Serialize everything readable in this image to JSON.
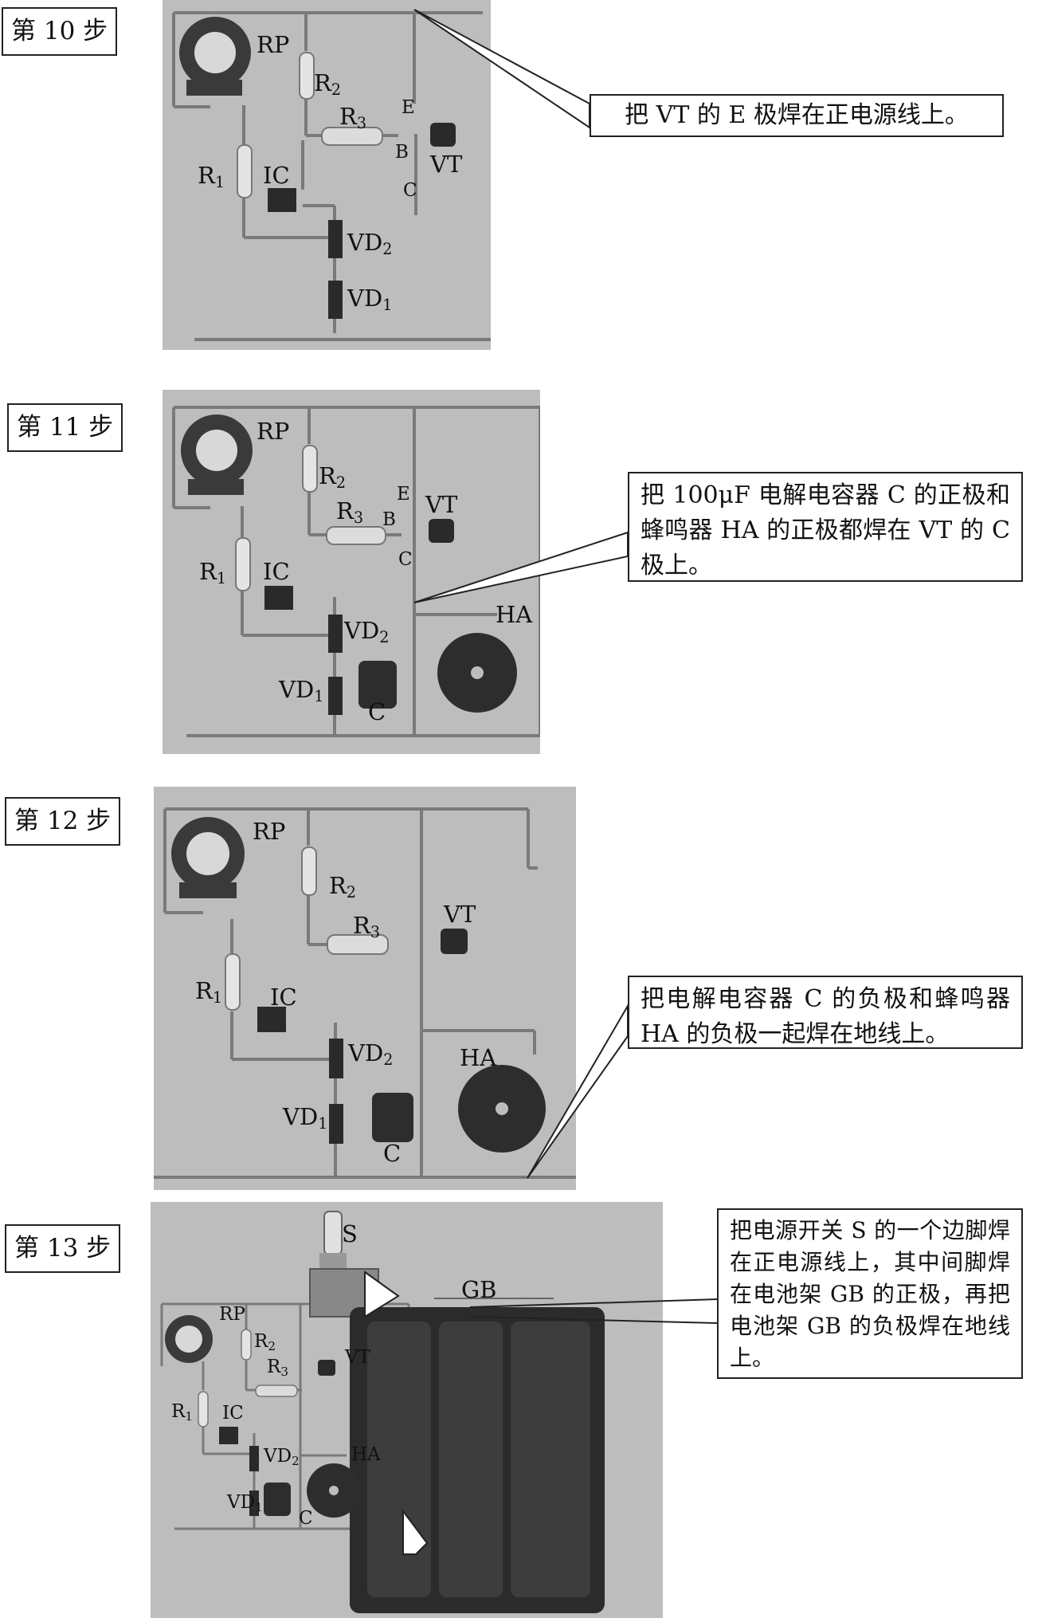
{
  "steps": [
    {
      "label": "第 10 步",
      "callout": "把 VT 的 E 极焊在正电源线上。",
      "parts": {
        "RP": "RP",
        "R2": "R",
        "R2_sub": "2",
        "R3": "R",
        "R3_sub": "3",
        "R1": "R",
        "R1_sub": "1",
        "IC": "IC",
        "VD2": "VD",
        "VD2_sub": "2",
        "VD1": "VD",
        "VD1_sub": "1",
        "VT": "VT",
        "E": "E",
        "B": "B",
        "C": "C"
      }
    },
    {
      "label": "第 11 步",
      "callout": "把 100μF 电解电容器 C 的正极和蜂鸣器 HA 的正极都焊在 VT 的 C 极上。",
      "parts": {
        "RP": "RP",
        "R2": "R",
        "R2_sub": "2",
        "R3": "R",
        "R3_sub": "3",
        "R1": "R",
        "R1_sub": "1",
        "IC": "IC",
        "VD2": "VD",
        "VD2_sub": "2",
        "VD1": "VD",
        "VD1_sub": "1",
        "VT": "VT",
        "E": "E",
        "B": "B",
        "Cpin": "C",
        "HA": "HA",
        "C": "C"
      }
    },
    {
      "label": "第 12 步",
      "callout": "把电解电容器 C 的负极和蜂鸣器 HA 的负极一起焊在地线上。",
      "parts": {
        "RP": "RP",
        "R2": "R",
        "R2_sub": "2",
        "R3": "R",
        "R3_sub": "3",
        "R1": "R",
        "R1_sub": "1",
        "IC": "IC",
        "VD2": "VD",
        "VD2_sub": "2",
        "VD1": "VD",
        "VD1_sub": "1",
        "VT": "VT",
        "HA": "HA",
        "C": "C"
      }
    },
    {
      "label": "第 13 步",
      "callout": "把电源开关 S 的一个边脚焊在正电源线上，其中间脚焊在电池架 GB 的正极，再把电池架 GB 的负极焊在地线上。",
      "parts": {
        "S": "S",
        "GB": "GB",
        "RP": "RP",
        "R2": "R",
        "R2_sub": "2",
        "R3": "R",
        "R3_sub": "3",
        "R1": "R",
        "R1_sub": "1",
        "IC": "IC",
        "VD2": "VD",
        "VD2_sub": "2",
        "VD1": "VD",
        "VD1_sub": "1",
        "VT": "VT",
        "HA": "HA",
        "C": "C"
      }
    }
  ],
  "colors": {
    "photo_bg": "#bdbdbd",
    "wire": "#7a7a7a",
    "part_dark": "#2a2a2a"
  }
}
